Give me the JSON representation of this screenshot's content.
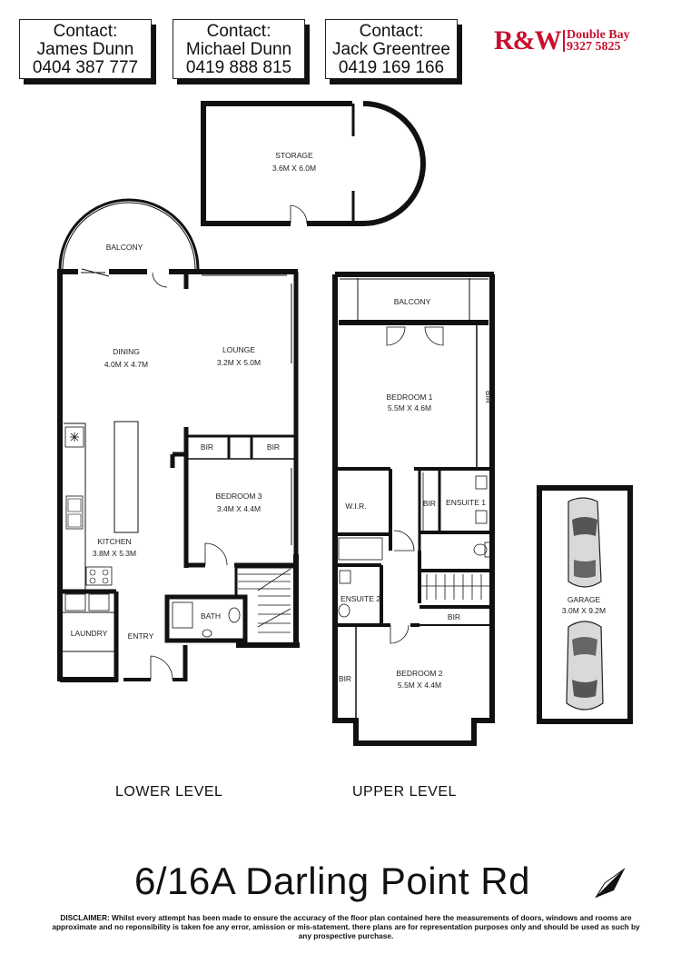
{
  "contacts": [
    {
      "heading": "Contact:",
      "name": "James Dunn",
      "phone": "0404 387 777"
    },
    {
      "heading": "Contact:",
      "name": "Michael Dunn",
      "phone": "0419 888 815"
    },
    {
      "heading": "Contact:",
      "name": "Jack Greentree",
      "phone": "0419 169 166"
    }
  ],
  "agency": {
    "logo": "R&W",
    "office": "Double Bay",
    "phone": "9327 5825",
    "brand_color": "#c8102e"
  },
  "rooms": {
    "storage": {
      "name": "STORAGE",
      "size": "3.6M X 6.0M"
    },
    "balcony_lower": {
      "name": "BALCONY"
    },
    "dining": {
      "name": "DINING",
      "size": "4.0M X 4.7M"
    },
    "lounge": {
      "name": "LOUNGE",
      "size": "3.2M X 5.0M"
    },
    "bir_left": {
      "name": "BIR"
    },
    "bir_right": {
      "name": "BIR"
    },
    "bedroom3": {
      "name": "BEDROOM 3",
      "size": "3.4M X 4.4M"
    },
    "kitchen": {
      "name": "KITCHEN",
      "size": "3.8M X 5.3M"
    },
    "bath": {
      "name": "BATH"
    },
    "laundry": {
      "name": "LAUNDRY"
    },
    "entry": {
      "name": "ENTRY"
    },
    "balcony_upper": {
      "name": "BALCONY"
    },
    "bedroom1": {
      "name": "BEDROOM 1",
      "size": "5.5M X 4.6M"
    },
    "bir_bed1": {
      "name": "BIR"
    },
    "wir": {
      "name": "W.I.R."
    },
    "bir_mid": {
      "name": "BIR"
    },
    "ensuite1": {
      "name": "ENSUITE 1"
    },
    "ensuite2": {
      "name": "ENSUITE 2"
    },
    "bir_upper": {
      "name": "BIR"
    },
    "bir_bed2": {
      "name": "BIR"
    },
    "bedroom2": {
      "name": "BEDROOM 2",
      "size": "5.5M X 4.4M"
    },
    "garage": {
      "name": "GARAGE",
      "size": "3.0M X 9.2M"
    }
  },
  "levels": {
    "lower": "LOWER LEVEL",
    "upper": "UPPER LEVEL"
  },
  "address": "6/16A Darling Point Rd",
  "disclaimer": "DISCLAIMER: Whilst every attempt has been made to ensure the accuracy of the floor plan contained here the measurements of doors, windows and rooms are approximate and no reponsibility is taken foe any error, amission or mis-statement. there plans are for representation purposes only and should be used as such by any prospective purchase.",
  "icons": {
    "north_arrow": "north-arrow-icon",
    "car": "car-icon"
  }
}
